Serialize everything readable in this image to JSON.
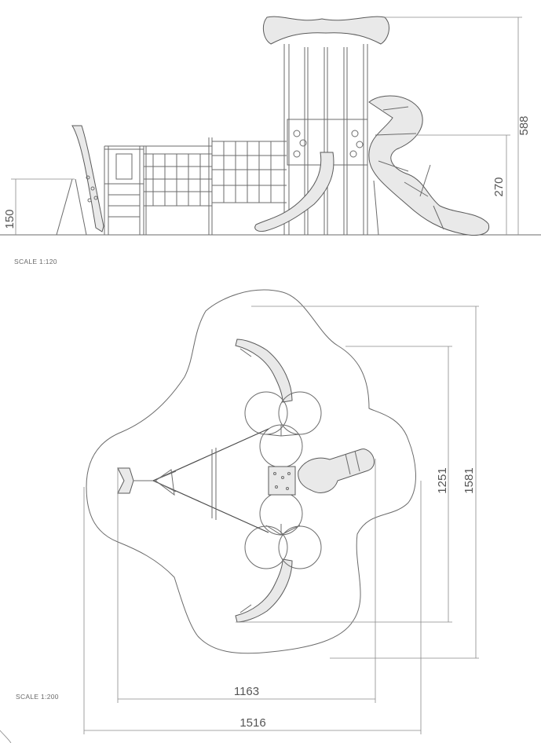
{
  "elevation": {
    "scale_label": "SCALE 1:120",
    "dims": {
      "total_height": "588",
      "deck_height_slide": "270",
      "platform_height": "150"
    }
  },
  "plan": {
    "scale_label": "SCALE 1:200",
    "dims": {
      "inner_height": "1251",
      "outer_height": "1581",
      "inner_width": "1163",
      "outer_width": "1516"
    }
  }
}
